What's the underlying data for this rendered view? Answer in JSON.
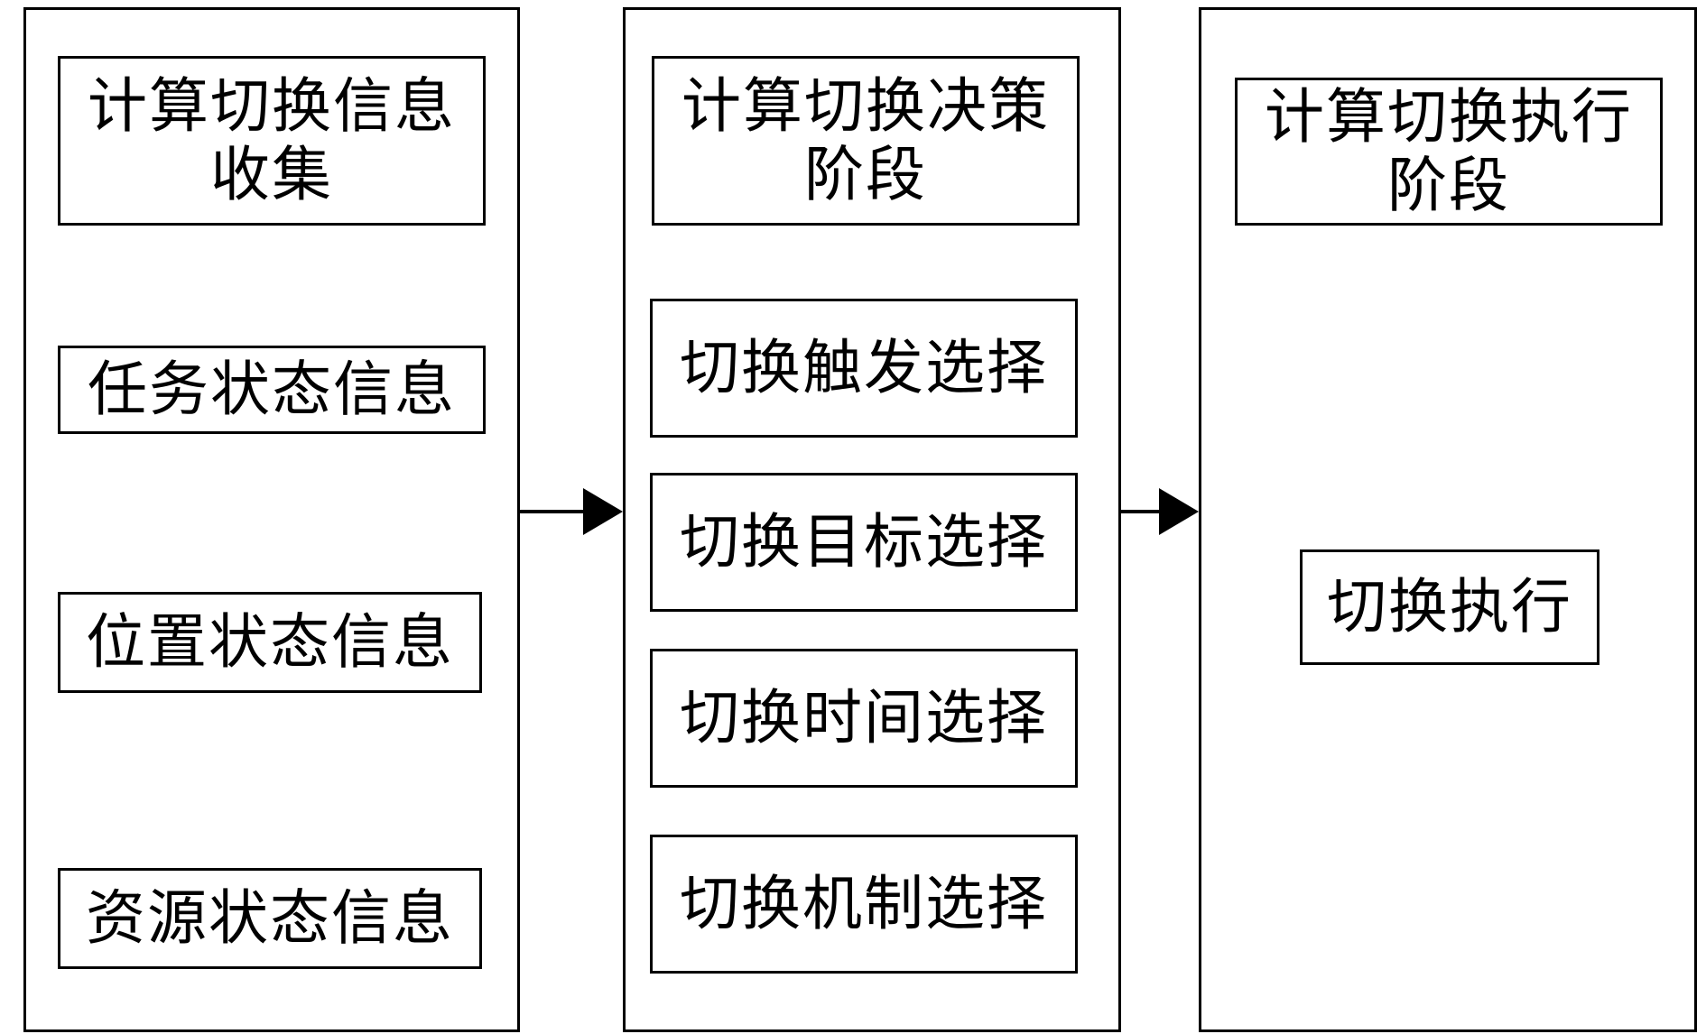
{
  "stages": [
    {
      "id": "collection",
      "title": "计算切换信息收集",
      "items": [
        "任务状态信息",
        "位置状态信息",
        "资源状态信息"
      ]
    },
    {
      "id": "decision",
      "title": "计算切换决策阶段",
      "items": [
        "切换触发选择",
        "切换目标选择",
        "切换时间选择",
        "切换机制选择"
      ]
    },
    {
      "id": "execution",
      "title": "计算切换执行阶段",
      "items": [
        "切换执行"
      ]
    }
  ],
  "colors": {
    "stroke": "#000000",
    "background": "#ffffff"
  }
}
